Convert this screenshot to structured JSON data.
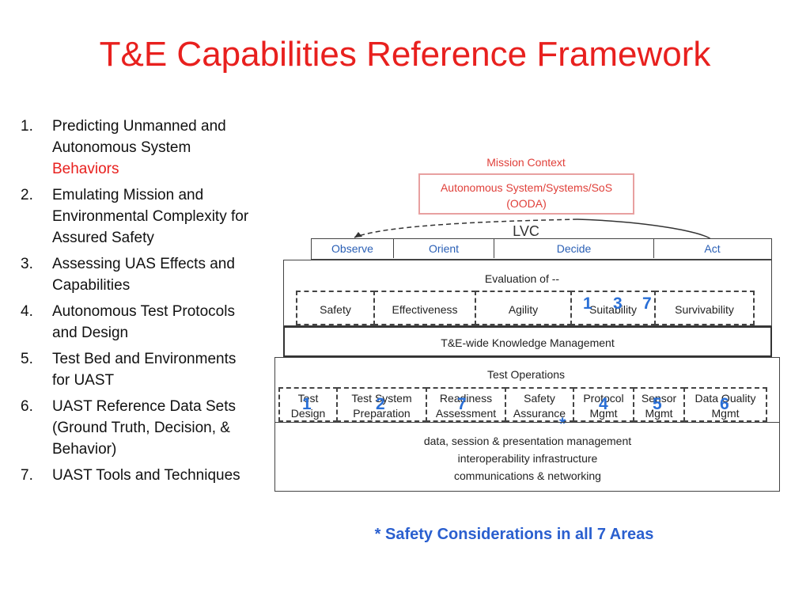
{
  "title": "T&E Capabilities Reference Framework",
  "list": [
    {
      "num": "1.",
      "text": "Predicting Unmanned and Autonomous System ",
      "highlight": "Behaviors"
    },
    {
      "num": "2.",
      "text": "Emulating Mission and Environmental Complexity for Assured Safety"
    },
    {
      "num": "3.",
      "text": "Assessing UAS Effects and Capabilities"
    },
    {
      "num": "4.",
      "text": "Autonomous Test Protocols and Design"
    },
    {
      "num": "5.",
      "text": "Test Bed and Environments for UAST"
    },
    {
      "num": "6.",
      "text": "UAST Reference Data Sets (Ground Truth, Decision, & Behavior)"
    },
    {
      "num": "7.",
      "text": "UAST Tools and Techniques"
    }
  ],
  "diagram": {
    "mission_context": "Mission Context",
    "mission_box_line1": "Autonomous System/Systems/SoS",
    "mission_box_line2": "(OODA)",
    "lvc": "LVC",
    "ooda": [
      "Observe",
      "Orient",
      "Decide",
      "Act"
    ],
    "evaluation_title": "Evaluation of --",
    "evaluation_items": [
      "Safety",
      "Effectiveness",
      "Agility",
      "Suitability",
      "Survivability"
    ],
    "knowledge": "T&E-wide Knowledge Management",
    "test_ops_title": "Test Operations",
    "test_ops_items": [
      [
        "Test",
        "Design"
      ],
      [
        "Test System",
        "Preparation"
      ],
      [
        "Readiness",
        "Assessment"
      ],
      [
        "Safety",
        "Assurance"
      ],
      [
        "Protocol",
        "Mgmt"
      ],
      [
        "Sensor",
        "Mgmt"
      ],
      [
        "Data Quality",
        "Mgmt"
      ]
    ],
    "infra_lines": [
      "data, session & presentation management",
      "interoperability infrastructure",
      "communications & networking"
    ],
    "markers": {
      "eval": [
        "1",
        "3",
        "7"
      ],
      "ops": [
        "1",
        "2",
        "7",
        "4",
        "5",
        "6"
      ],
      "star": "*"
    }
  },
  "footer": "* Safety Considerations in all 7 Areas",
  "colors": {
    "title": "#e8201e",
    "mission": "#e0403a",
    "ooda_text": "#2a5fb5",
    "markers": "#2a6fd6"
  }
}
